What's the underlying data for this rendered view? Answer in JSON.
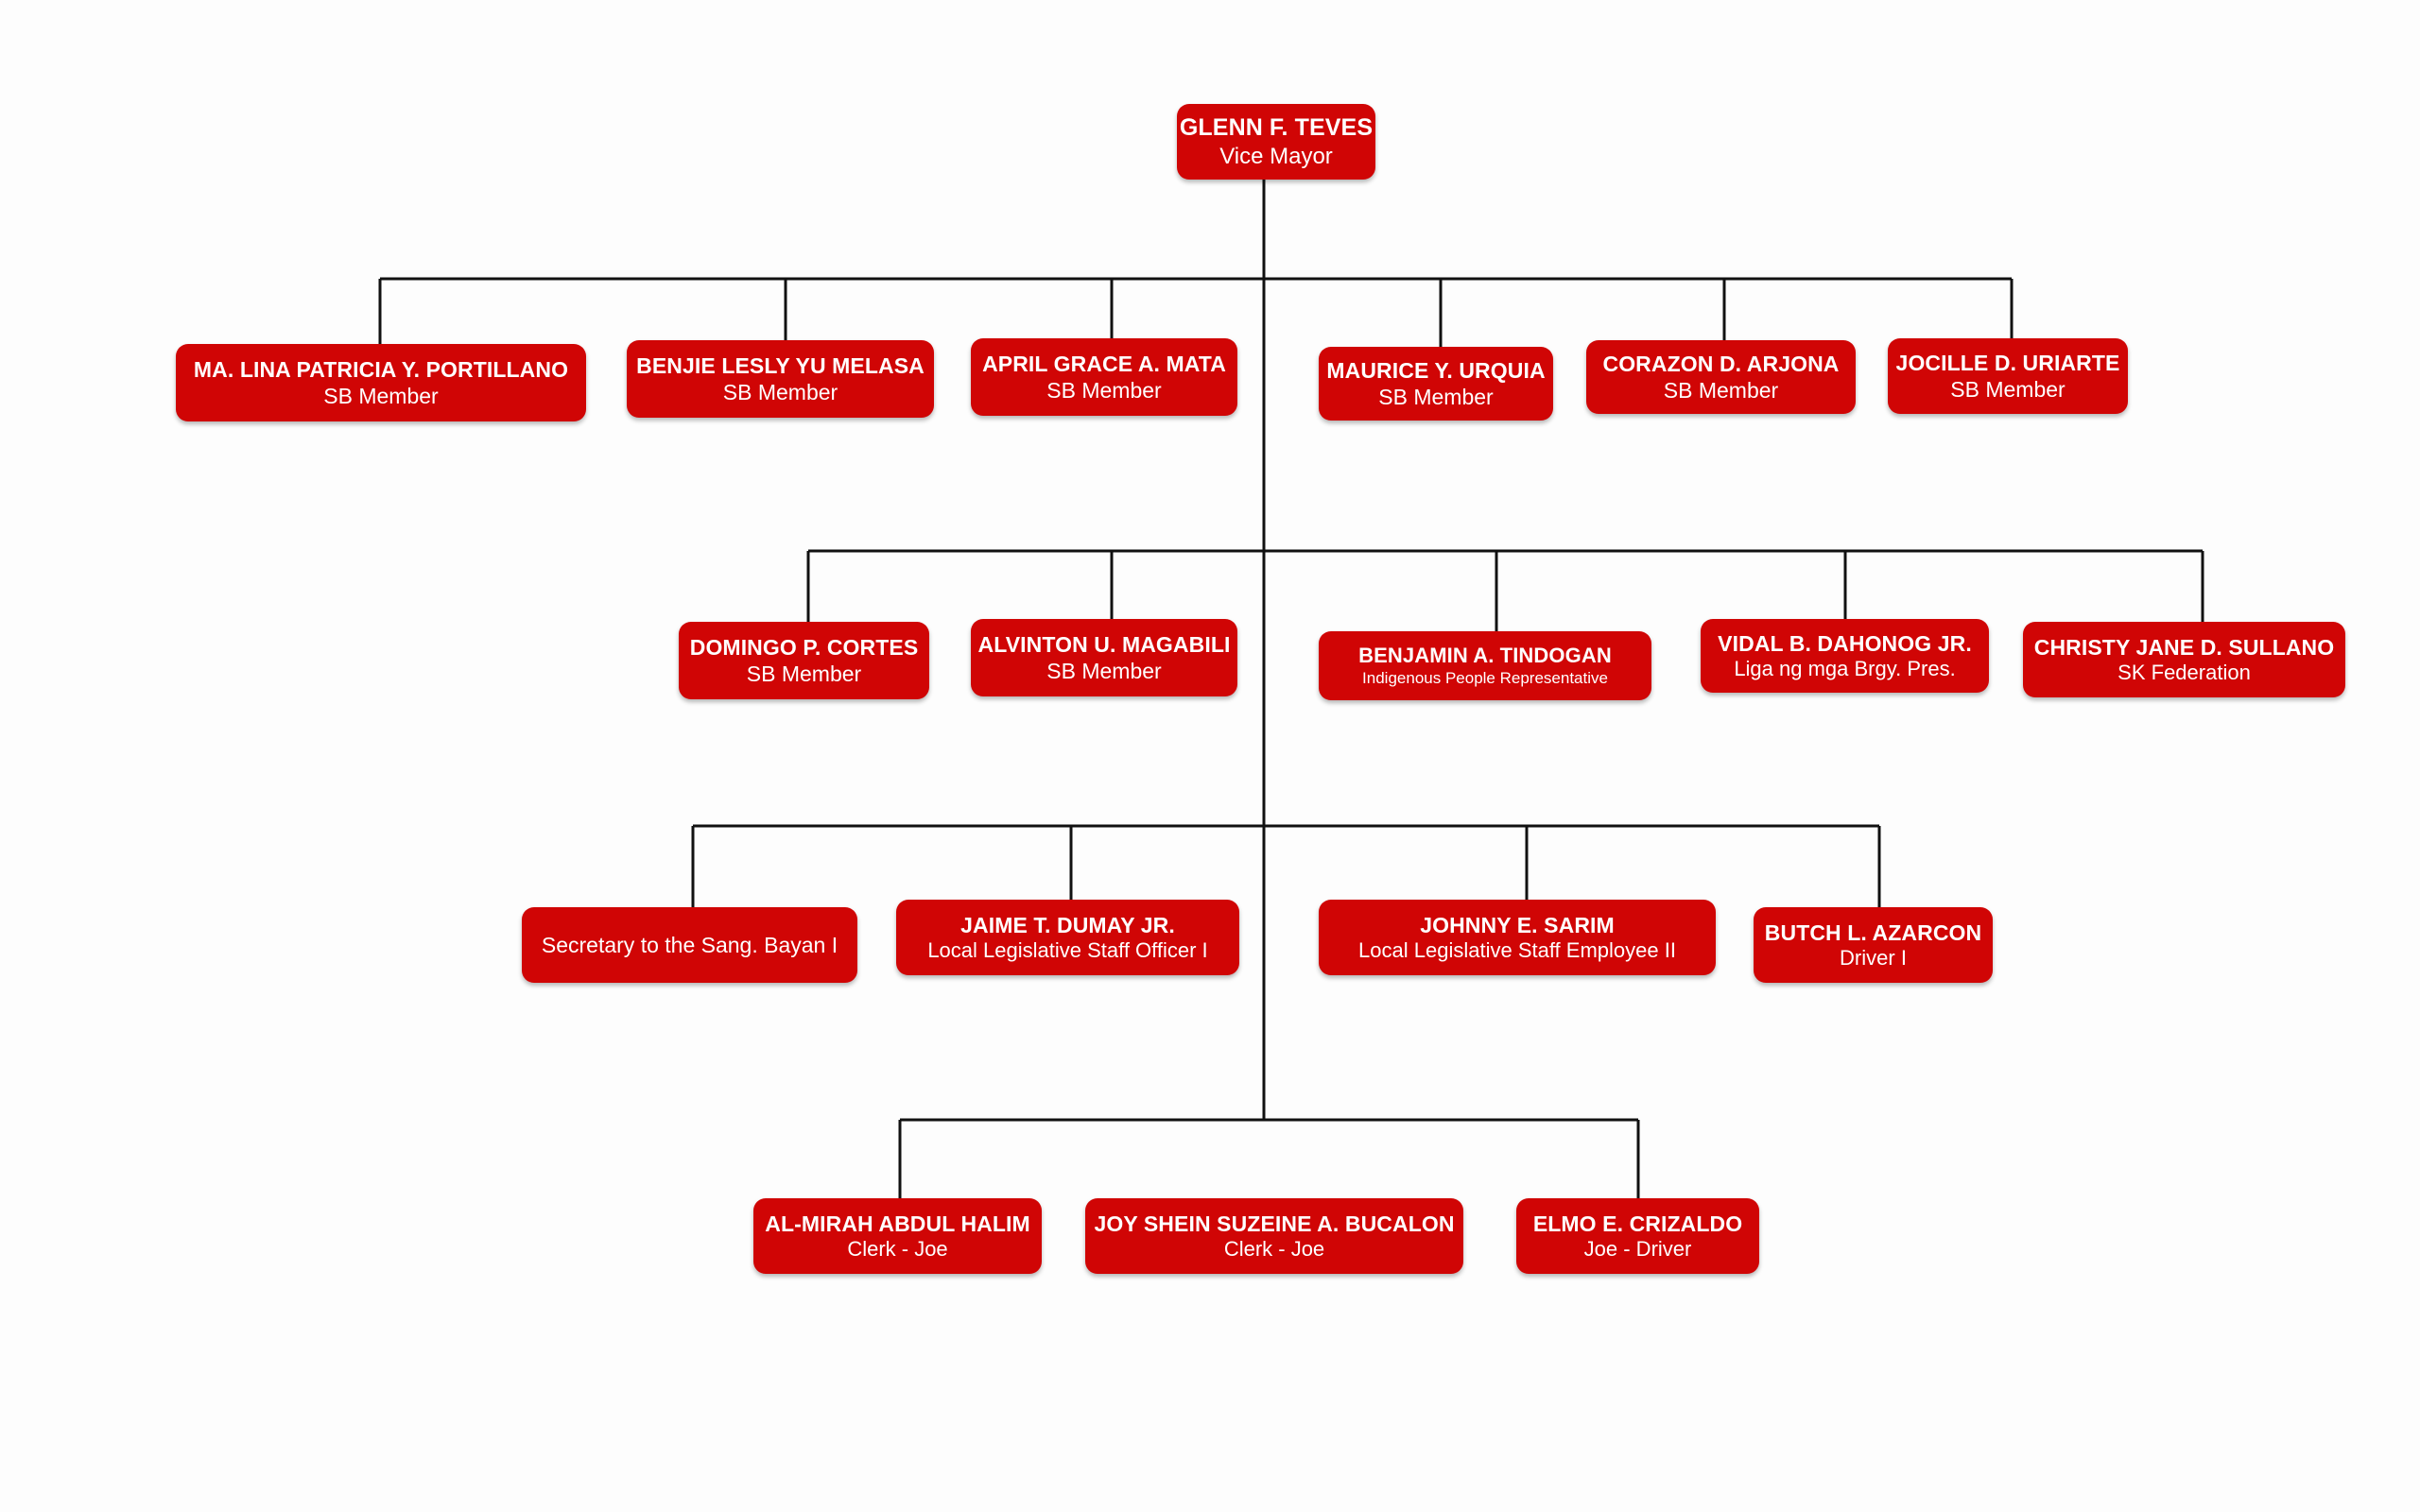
{
  "theme": {
    "box_fill": "#d00505",
    "box_text": "#ffffff",
    "edge_color": "#111111",
    "background": "#fdfdfd"
  },
  "chart_type": "organization-chart",
  "root": {
    "name": "GLENN F. TEVES",
    "title": "Vice Mayor"
  },
  "rows": [
    {
      "id": "row-sb-members-1",
      "nodes": [
        {
          "name": "MA. LINA PATRICIA Y. PORTILLANO",
          "title": "SB Member"
        },
        {
          "name": "BENJIE LESLY YU MELASA",
          "title": "SB Member"
        },
        {
          "name": "APRIL GRACE A. MATA",
          "title": "SB Member"
        },
        {
          "name": "MAURICE Y. URQUIA",
          "title": "SB Member"
        },
        {
          "name": "CORAZON D. ARJONA",
          "title": "SB Member"
        },
        {
          "name": "JOCILLE D. URIARTE",
          "title": "SB Member"
        }
      ]
    },
    {
      "id": "row-sb-members-2",
      "nodes": [
        {
          "name": "DOMINGO P. CORTES",
          "title": "SB Member"
        },
        {
          "name": "ALVINTON U. MAGABILI",
          "title": "SB Member"
        },
        {
          "name": "BENJAMIN A. TINDOGAN",
          "title": "Indigenous People Representative"
        },
        {
          "name": "VIDAL B. DAHONOG JR.",
          "title": "Liga ng mga Brgy. Pres."
        },
        {
          "name": "CHRISTY JANE D. SULLANO",
          "title": "SK Federation"
        }
      ]
    },
    {
      "id": "row-staff-1",
      "nodes": [
        {
          "name": "",
          "title": "Secretary to the Sang. Bayan I"
        },
        {
          "name": "JAIME T. DUMAY JR.",
          "title": "Local Legislative Staff Officer I"
        },
        {
          "name": "JOHNNY E. SARIM",
          "title": "Local Legislative Staff Employee II"
        },
        {
          "name": "BUTCH L. AZARCON",
          "title": "Driver I"
        }
      ]
    },
    {
      "id": "row-staff-2",
      "nodes": [
        {
          "name": "AL-MIRAH ABDUL HALIM",
          "title": "Clerk - Joe"
        },
        {
          "name": "JOY SHEIN SUZEINE A. BUCALON",
          "title": "Clerk - Joe"
        },
        {
          "name": "ELMO E. CRIZALDO",
          "title": "Joe - Driver"
        }
      ]
    }
  ]
}
